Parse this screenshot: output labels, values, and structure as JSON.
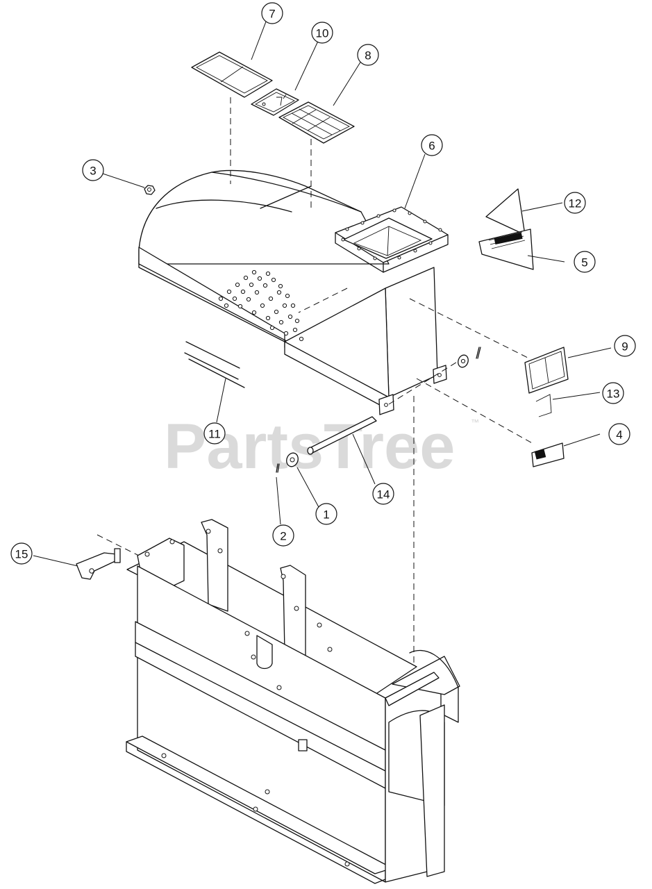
{
  "watermark": {
    "text": "PartsTree",
    "trademark": "™"
  },
  "callouts": [
    {
      "id": "1",
      "label": "1"
    },
    {
      "id": "2",
      "label": "2"
    },
    {
      "id": "3",
      "label": "3"
    },
    {
      "id": "4",
      "label": "4"
    },
    {
      "id": "5",
      "label": "5"
    },
    {
      "id": "6",
      "label": "6"
    },
    {
      "id": "7",
      "label": "7"
    },
    {
      "id": "8",
      "label": "8"
    },
    {
      "id": "9",
      "label": "9"
    },
    {
      "id": "10",
      "label": "10"
    },
    {
      "id": "11",
      "label": "11"
    },
    {
      "id": "12",
      "label": "12"
    },
    {
      "id": "13",
      "label": "13"
    },
    {
      "id": "14",
      "label": "14"
    },
    {
      "id": "15",
      "label": "15"
    }
  ],
  "colors": {
    "ink": "#111111",
    "watermark": "#bdbdbd",
    "background": "#ffffff"
  }
}
